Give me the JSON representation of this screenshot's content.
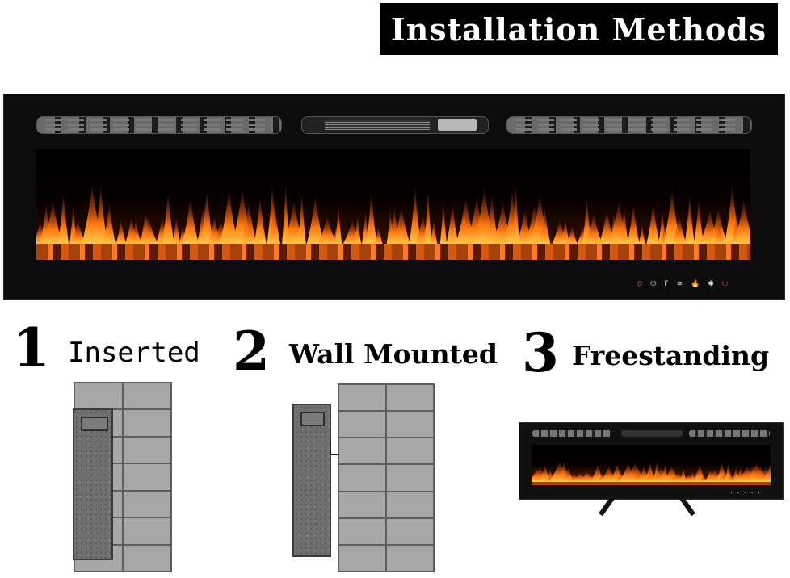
{
  "title": "Installation Methods",
  "controls": [
    "⏲",
    "⏻",
    "F",
    "≋",
    "🔥",
    "✱",
    "⏻"
  ],
  "methods": [
    {
      "number": "1",
      "label": "Inserted"
    },
    {
      "number": "2",
      "label": "Wall Mounted"
    },
    {
      "number": "3",
      "label": "Freestanding"
    }
  ],
  "colors": {
    "flame": "#ff6a10",
    "ember": "#a8420c",
    "frame": "#0c0c0c",
    "wall_brick": "#a7a7a7"
  }
}
